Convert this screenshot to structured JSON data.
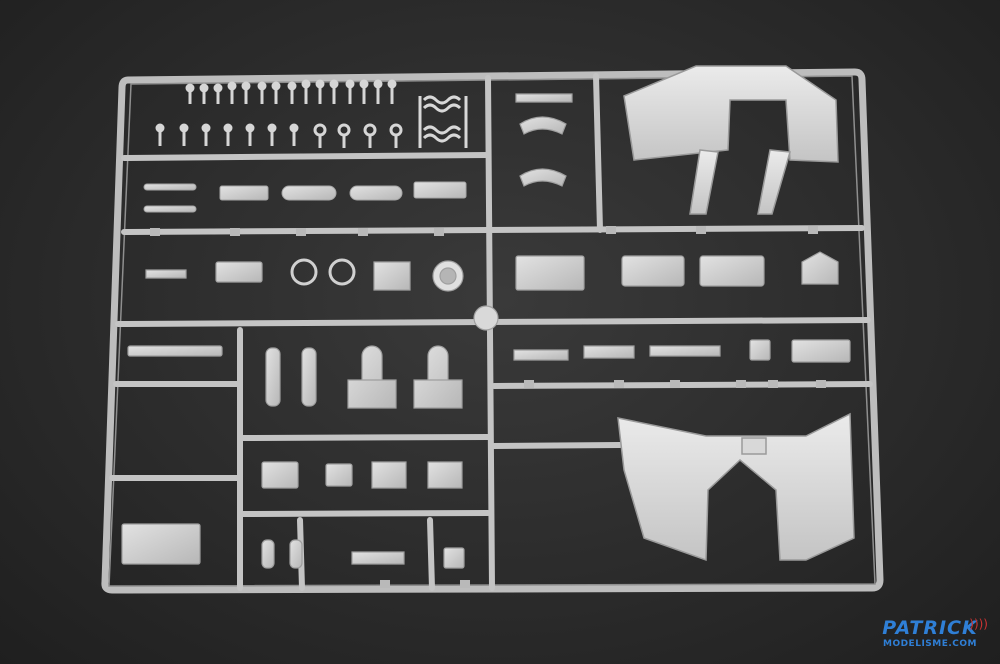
{
  "scene": {
    "subject": "plastic-model-kit-sprue",
    "background_color": "#2e2e2e",
    "plastic_color": "#c9c9c9",
    "plastic_shadow_color": "#9e9e9e"
  },
  "watermark": {
    "brand_text": "PATRICK",
    "site_text": "MODELISME.COM",
    "brand_color": "#2f7fd6"
  }
}
